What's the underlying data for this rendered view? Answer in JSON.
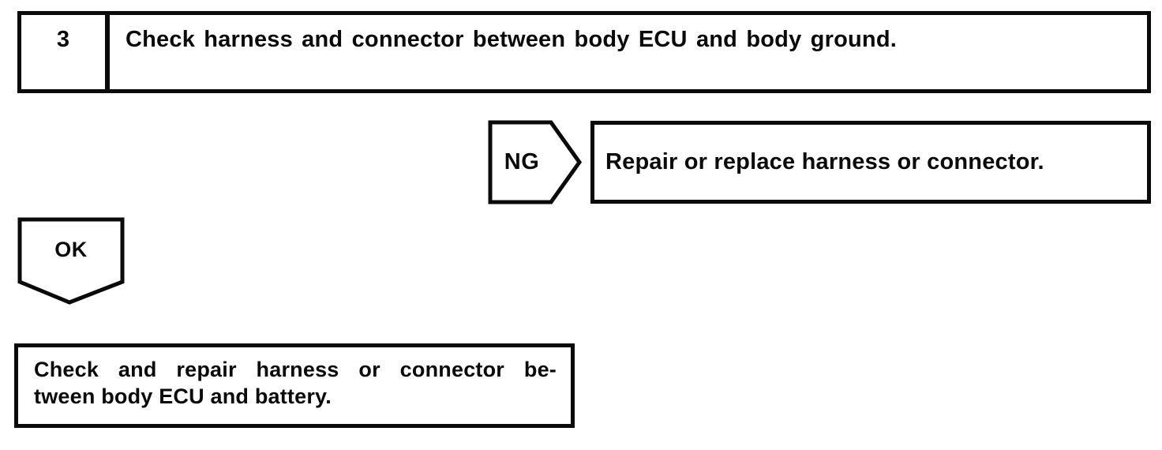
{
  "flowchart": {
    "step": {
      "number": "3",
      "instruction": "Check harness and connector between body ECU and body ground."
    },
    "ng": {
      "label": "NG",
      "result": "Repair or replace harness or connector."
    },
    "ok": {
      "label": "OK"
    },
    "next_action": {
      "line1": "Check and repair harness or connector be-",
      "line2": "tween body ECU and battery."
    }
  },
  "colors": {
    "ink": "#0a0a0a",
    "background": "#ffffff"
  }
}
